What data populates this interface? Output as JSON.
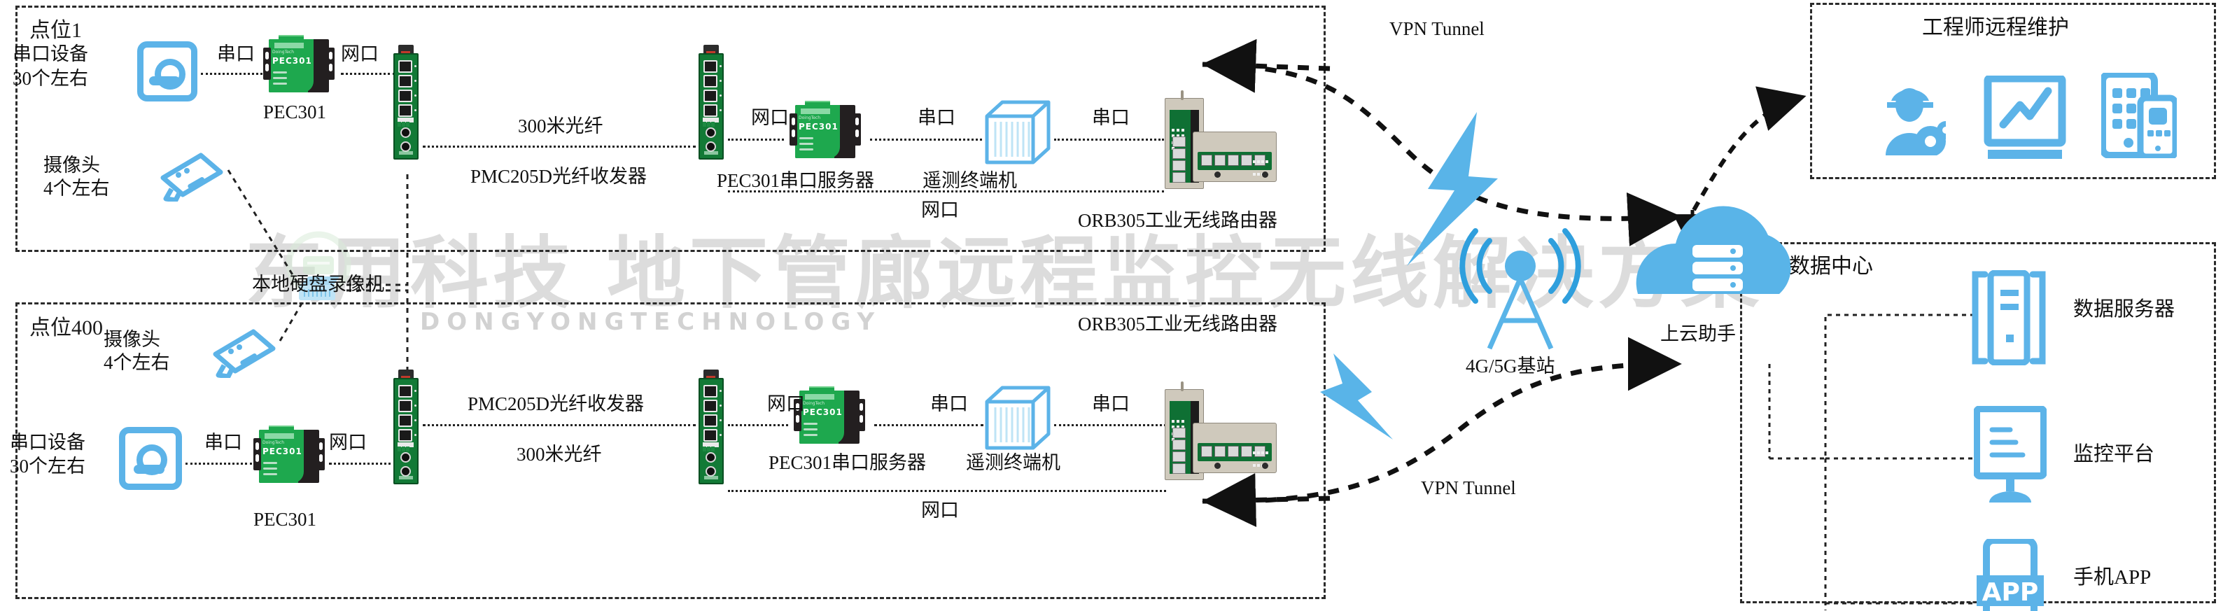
{
  "diagram": {
    "title": "地下管廊远程监控无线解决方案",
    "watermark_main": "东用科技  地下管廊远程监控无线解决方案",
    "watermark_sub": "DONGYONGTECHNOLOGY",
    "accent_color": "#5cb3e8",
    "device_green": "#1ea84e",
    "line_color": "#222222"
  },
  "site_top": {
    "title": "点位1",
    "serial_device_label": "串口设备\n30个左右",
    "serial_device_line1": "串口设备",
    "serial_device_line2": "30个左右",
    "camera_line1": "摄像头",
    "camera_line2": "4个左右",
    "link_serial": "串口",
    "link_net": "网口",
    "pec301_label": "PEC301",
    "nvr_label": "本地硬盘录像机",
    "fiber_distance": "300米光纤",
    "fiber_converter": "PMC205D光纤收发器",
    "converter_net": "网口",
    "serial_server_label": "PEC301串口服务器",
    "rtu_link_serial": "串口",
    "rtu_label": "遥测终端机",
    "rtu_out_serial": "串口",
    "router_net": "网口",
    "router_label": "ORB305工业无线路由器"
  },
  "site_bottom": {
    "title": "点位400",
    "camera_line1": "摄像头",
    "camera_line2": "4个左右",
    "serial_device_line1": "串口设备",
    "serial_device_line2": "30个左右",
    "link_serial": "串口",
    "link_net": "网口",
    "pec301_label": "PEC301",
    "fiber_converter": "PMC205D光纤收发器",
    "fiber_distance": "300米光纤",
    "converter_net": "网口",
    "serial_server_label": "PEC301串口服务器",
    "rtu_link_serial": "串口",
    "rtu_label": "遥测终端机",
    "rtu_out_serial": "串口",
    "router_net": "网口",
    "router_label": "ORB305工业无线路由器"
  },
  "network": {
    "vpn_tunnel_top": "VPN Tunnel",
    "vpn_tunnel_bottom": "VPN Tunnel",
    "base_station_label": "4G/5G基站",
    "cloud_label": "上云助手"
  },
  "engineer_panel": {
    "title": "工程师远程维护",
    "icons": [
      "engineer-icon",
      "monitor-chart-icon",
      "mobile-tablet-icon"
    ]
  },
  "datacenter_panel": {
    "title": "数据中心",
    "items": [
      {
        "label": "数据服务器",
        "icon": "server-icon"
      },
      {
        "label": "监控平台",
        "icon": "monitor-icon"
      },
      {
        "label": "手机APP",
        "icon": "mobile-app-icon",
        "badge": "APP"
      }
    ]
  }
}
